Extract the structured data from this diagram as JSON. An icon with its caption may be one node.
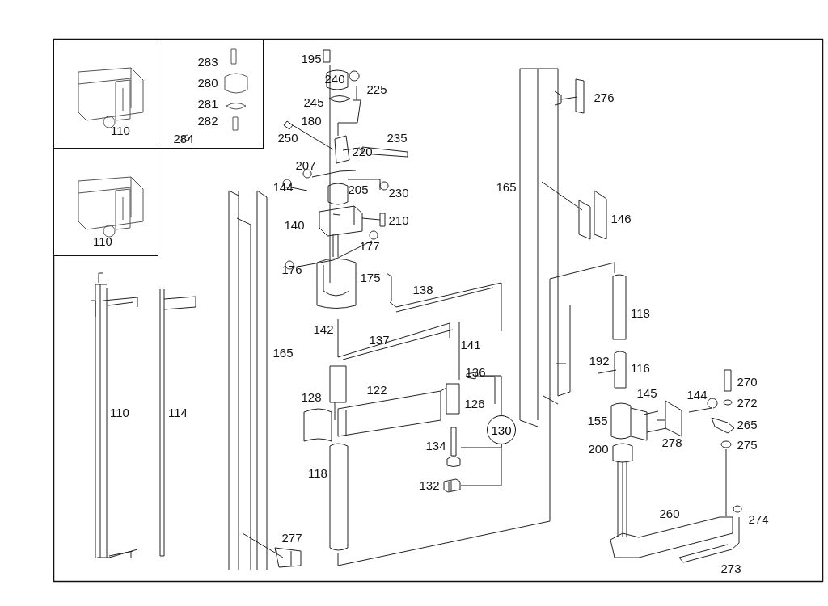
{
  "diagram": {
    "nodes": [
      {
        "text": [
          "110"
        ]
      },
      {
        "text": [
          "283",
          "280",
          "281",
          "282",
          "284"
        ]
      },
      {
        "text": [
          "110"
        ]
      },
      {
        "text": [
          "130"
        ]
      },
      {
        "text": [],
        "shape": "picture"
      },
      {
        "text": [],
        "shape": "picture"
      },
      {
        "text": [],
        "shape": "picture"
      }
    ],
    "edges": [
      {
        "from": 3,
        "to": 4,
        "arrow": "none"
      },
      {
        "from": 3,
        "to": 5,
        "arrow": "none"
      },
      {
        "from": 3,
        "to": 6,
        "arrow": "none"
      }
    ],
    "labels": [
      "195",
      "240",
      "225",
      "276",
      "245",
      "180",
      "250",
      "235",
      "220",
      "207",
      "144",
      "205",
      "230",
      "165",
      "146",
      "140",
      "210",
      "177",
      "176",
      "175",
      "138",
      "118",
      "142",
      "137",
      "141",
      "165",
      "136",
      "192",
      "116",
      "122",
      "128",
      "126",
      "145",
      "144",
      "270",
      "272",
      "110",
      "114",
      "155",
      "265",
      "134",
      "200",
      "278",
      "275",
      "118",
      "132",
      "260",
      "274",
      "277",
      "273"
    ]
  }
}
